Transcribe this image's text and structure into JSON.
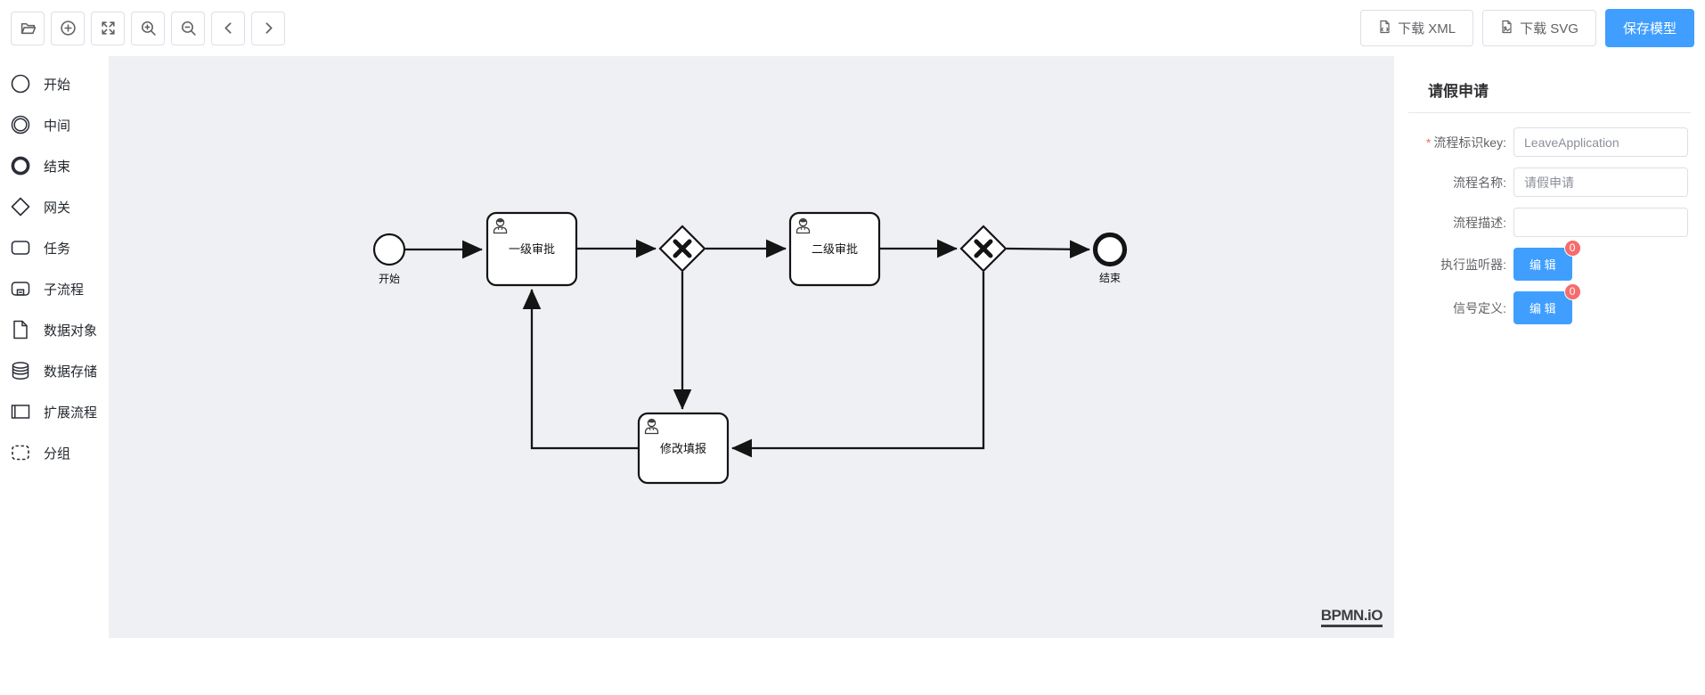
{
  "header": {
    "toolbar_icons": [
      "folder-open",
      "plus-circle",
      "fit-viewport",
      "zoom-in",
      "zoom-out",
      "chevron-left",
      "chevron-right"
    ],
    "download_xml_label": "下载 XML",
    "download_svg_label": "下载 SVG",
    "save_model_label": "保存模型"
  },
  "palette": {
    "items": [
      {
        "id": "start-event",
        "label": "开始"
      },
      {
        "id": "intermediate-event",
        "label": "中间"
      },
      {
        "id": "end-event",
        "label": "结束"
      },
      {
        "id": "gateway",
        "label": "网关"
      },
      {
        "id": "task",
        "label": "任务"
      },
      {
        "id": "sub-process",
        "label": "子流程"
      },
      {
        "id": "data-object",
        "label": "数据对象"
      },
      {
        "id": "data-store",
        "label": "数据存储"
      },
      {
        "id": "expanded-process",
        "label": "扩展流程"
      },
      {
        "id": "group",
        "label": "分组"
      }
    ]
  },
  "diagram": {
    "nodes": [
      {
        "id": "start",
        "type": "startEvent",
        "label": "开始"
      },
      {
        "id": "task1",
        "type": "userTask",
        "label": "一级审批"
      },
      {
        "id": "gateway1",
        "type": "exclusiveGateway",
        "label": ""
      },
      {
        "id": "task2",
        "type": "userTask",
        "label": "二级审批"
      },
      {
        "id": "gateway2",
        "type": "exclusiveGateway",
        "label": ""
      },
      {
        "id": "end",
        "type": "endEvent",
        "label": "结束"
      },
      {
        "id": "task3",
        "type": "userTask",
        "label": "修改填报"
      }
    ],
    "flows": [
      "start→task1",
      "task1→gateway1",
      "gateway1→task2",
      "gateway1→task3",
      "task2→gateway2",
      "gateway2→end",
      "gateway2→task3",
      "task3→task1"
    ],
    "watermark": "BPMN.iO"
  },
  "panel": {
    "title": "请假申请",
    "required_mark": "*",
    "fields": [
      {
        "label": "流程标识key:",
        "required": true,
        "type": "input",
        "value": "LeaveApplication"
      },
      {
        "label": "流程名称:",
        "required": false,
        "type": "input",
        "value": "请假申请"
      },
      {
        "label": "流程描述:",
        "required": false,
        "type": "input",
        "value": ""
      },
      {
        "label": "执行监听器:",
        "required": false,
        "type": "button",
        "button_label": "编 辑",
        "badge": "0"
      },
      {
        "label": "信号定义:",
        "required": false,
        "type": "button",
        "button_label": "编 辑",
        "badge": "0"
      }
    ]
  },
  "colors": {
    "primary": "#409eff",
    "badge": "#f56c6c",
    "canvas_bg": "#eef0f3",
    "border": "#dcdfe6"
  }
}
